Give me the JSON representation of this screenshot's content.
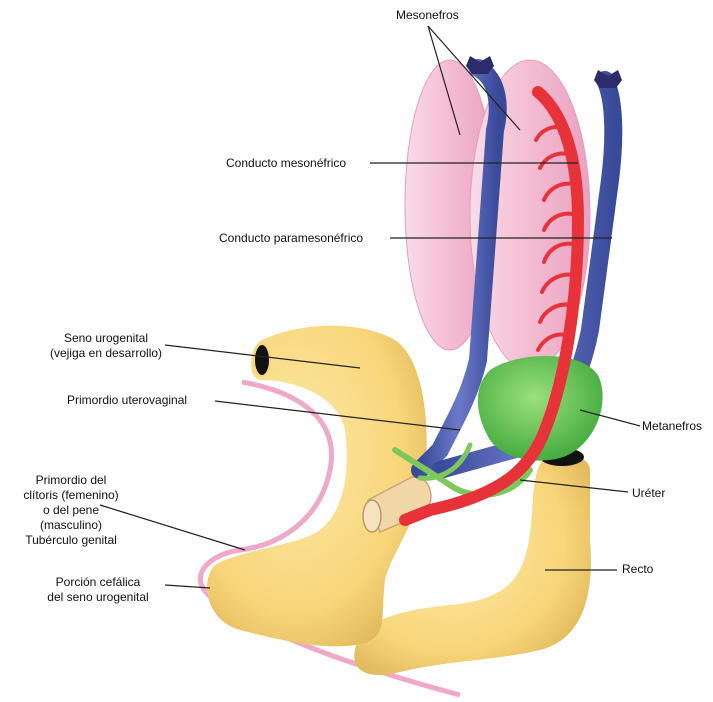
{
  "labels": {
    "mesonefros": "Mesonefros",
    "conducto_mesonefrico": "Conducto mesonéfrico",
    "conducto_paramesonefrico": "Conducto paramesonéfrico",
    "seno_urogenital": [
      "Seno urogenital",
      "(vejiga en desarrollo)"
    ],
    "primordio_uterovaginal": "Primordio uterovaginal",
    "metanefros": "Metanefros",
    "primordio_clitoris": [
      "Primordio del",
      "clítoris (femenino)",
      "o del pene",
      "(masculino)",
      "Tubérculo genital"
    ],
    "ureter": "Uréter",
    "recto": "Recto",
    "porcion_cefalica": [
      "Porción cefálica",
      "del seno urogenital"
    ]
  },
  "colors": {
    "mesonephros": "#f4bcd2",
    "mesonephric_duct": "#e8323a",
    "paramesonephric_duct": "#5060b0",
    "metanephros": "#5cc24c",
    "ureter": "#7cc85a",
    "urogenital_sinus": "#f8d67a",
    "rectum": "#f8d67a",
    "allantois": "#f0a8c8",
    "leader_line": "#222222"
  }
}
